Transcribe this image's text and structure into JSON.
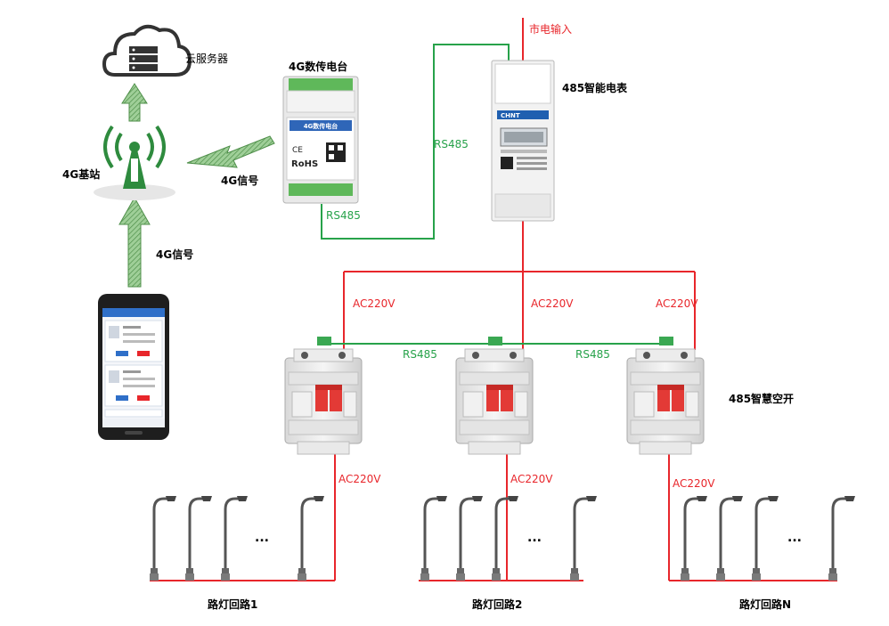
{
  "labels": {
    "cloud": "云服务器",
    "mains": "市电输入",
    "dtu": "4G数传电台",
    "meter": "485智能电表",
    "base_station": "4G基站",
    "signal_a": "4G信号",
    "signal_b": "4G信号",
    "rs485_meter": "RS485",
    "rs485_dtu": "RS485",
    "rs485_bus_1": "RS485",
    "rs485_bus_2": "RS485",
    "ac_top_1": "AC220V",
    "ac_top_2": "AC220V",
    "ac_top_3": "AC220V",
    "ac_low_1": "AC220V",
    "ac_low_2": "AC220V",
    "ac_low_3": "AC220V",
    "breaker": "485智慧空开",
    "loop_1": "路灯回路1",
    "loop_2": "路灯回路2",
    "loop_n": "路灯回路N",
    "ellipsis": "..."
  },
  "devices": {
    "dtu_face_title": "4G数传电台",
    "dtu_rohs": "RoHS",
    "dtu_ce": "CE",
    "meter_brand": "CHNT"
  },
  "colors": {
    "power_line": "#e8262b",
    "rs485_line": "#27a24a",
    "arrow_fill": "#6fae6a",
    "tower": "#2e8b3e"
  },
  "icons": [
    "cloud-server-icon",
    "antenna-tower-icon",
    "smartphone-icon",
    "street-lamp-icon",
    "breaker-icon",
    "meter-icon",
    "dtu-icon"
  ]
}
